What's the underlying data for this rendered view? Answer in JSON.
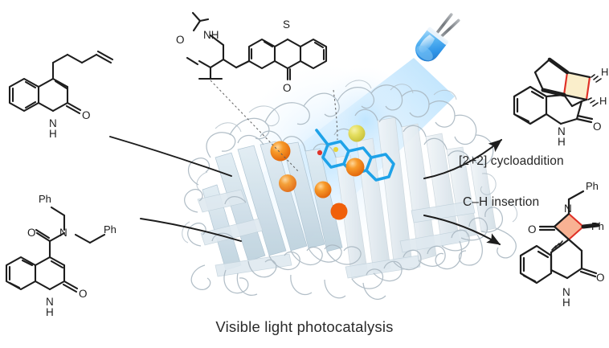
{
  "figure": {
    "caption": "Visible light photocatalysis",
    "background_color": "#ffffff"
  },
  "pathway_labels": {
    "cycloaddition": "[2+2] cycloaddition",
    "ch_insertion": "C–H insertion"
  },
  "substrates": [
    {
      "id": "substrate-pentenyl-quinolinone",
      "name": "4-(pent-4-en-1-yl)quinolin-2(1H)-one",
      "atom_labels": [
        "N",
        "H",
        "O"
      ]
    },
    {
      "id": "substrate-dibenzylamide-quinolinone",
      "name": "N,N-dibenzyl-2-oxo-1,2-dihydroquinoline-4-carboxamide",
      "atom_labels": [
        "Ph",
        "N",
        "Ph",
        "O",
        "N",
        "H",
        "O"
      ]
    }
  ],
  "products": [
    {
      "id": "product-cyclobutane",
      "name": "cyclobutane-fused dihydroquinolinone",
      "atom_labels": [
        "H",
        "H",
        "N",
        "H",
        "O"
      ],
      "highlight_fill": "#faeecb",
      "highlight_stroke": "#e03127"
    },
    {
      "id": "product-beta-lactam",
      "name": "spiro β-lactam quinolinone",
      "atom_labels": [
        "Ph",
        "N",
        "O",
        "Ph",
        "N",
        "H",
        "O"
      ],
      "highlight_fill": "#f8b293",
      "highlight_stroke": "#e03127"
    }
  ],
  "cofactor": {
    "id": "thioxanthone-residue",
    "name": "thioxanthone amino acid residue",
    "atom_labels": [
      "NH",
      "O",
      "S",
      "O"
    ]
  },
  "light_source": {
    "id": "blue-led",
    "name": "blue LED",
    "body_color": "#3fa9f5",
    "glow_color": "#cfeaff"
  },
  "protein": {
    "id": "protein-beta-barrel",
    "name": "protein cartoon ribbon",
    "sheet_color": "#cfdfe8",
    "loop_color": "#b9c6ce",
    "ligand_color": "#1ea2e8",
    "sulfur_color": "#e8d53a",
    "oxygen_color": "#e0342a",
    "sphere_colors": [
      "#ef7e1a",
      "#f5961f",
      "#f07a12",
      "#f79a2a",
      "#ee6a10",
      "#e2dd5c"
    ]
  },
  "colors": {
    "ink": "#1d1d1d",
    "label_text": "#262626",
    "accent_red": "#e03127",
    "accent_blue": "#3fa9f5",
    "accent_orange": "#ef7e1a"
  }
}
